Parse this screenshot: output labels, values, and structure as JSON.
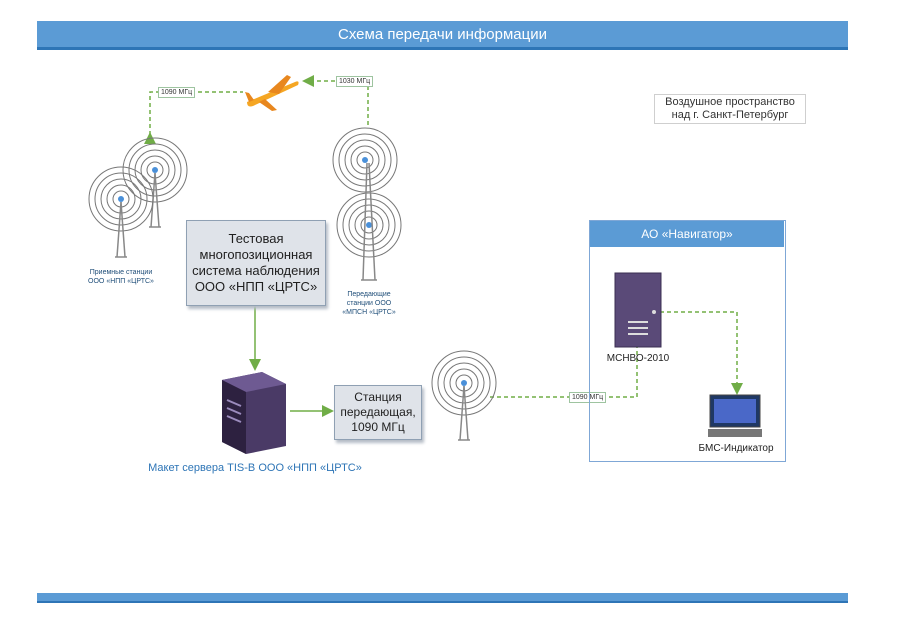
{
  "header": {
    "title": "Схема передачи информации"
  },
  "airspace_label": "Воздушное пространство над г. Санкт-Петербург",
  "receive_label": "Приемные станции ООО «НПП «ЦРТС»",
  "transmit_label": "Передающие станции ООО «МПСН «ЦРТС»",
  "test_system_label": "Тестовая многопозиционная система наблюдения ООО «НПП «ЦРТС»",
  "station_label": "Станция передающая, 1090 МГц",
  "server_label": "Макет сервера TIS-B ООО «НПП «ЦРТС»",
  "navigator": {
    "title": "АО «Навигатор»",
    "server_label": "МСНВО-2010",
    "indicator_label": "БМС-Индикатор"
  },
  "freqs": {
    "left_1090": "1090 МГц",
    "top_1030": "1030 МГц",
    "right_1090": "1090 МГц"
  },
  "colors": {
    "accent": "#5b9bd5",
    "link": "#70ad47"
  }
}
